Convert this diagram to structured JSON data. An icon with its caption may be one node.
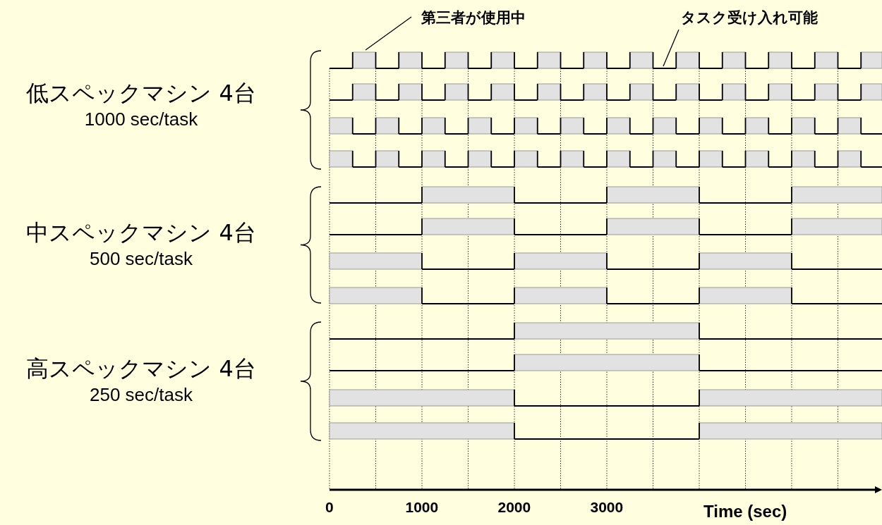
{
  "diagram": {
    "nodes": [
      {
        "text": [
          "低スペックマシン 4台",
          "1000 sec/task"
        ]
      },
      {
        "text": [
          "中スペックマシン 4台",
          "500 sec/task"
        ]
      },
      {
        "text": [
          "高スペックマシン 4台",
          "250 sec/task"
        ]
      },
      {
        "text": [
          "第三者が使用中"
        ]
      },
      {
        "text": [
          "タスク受け入れ可能"
        ]
      }
    ],
    "edges": [
      {
        "from": 3,
        "to": null,
        "arrow": "none"
      },
      {
        "from": 4,
        "to": null,
        "arrow": "none"
      }
    ],
    "labels": [
      "0",
      "1000",
      "2000",
      "3000",
      "Time (sec)"
    ]
  }
}
